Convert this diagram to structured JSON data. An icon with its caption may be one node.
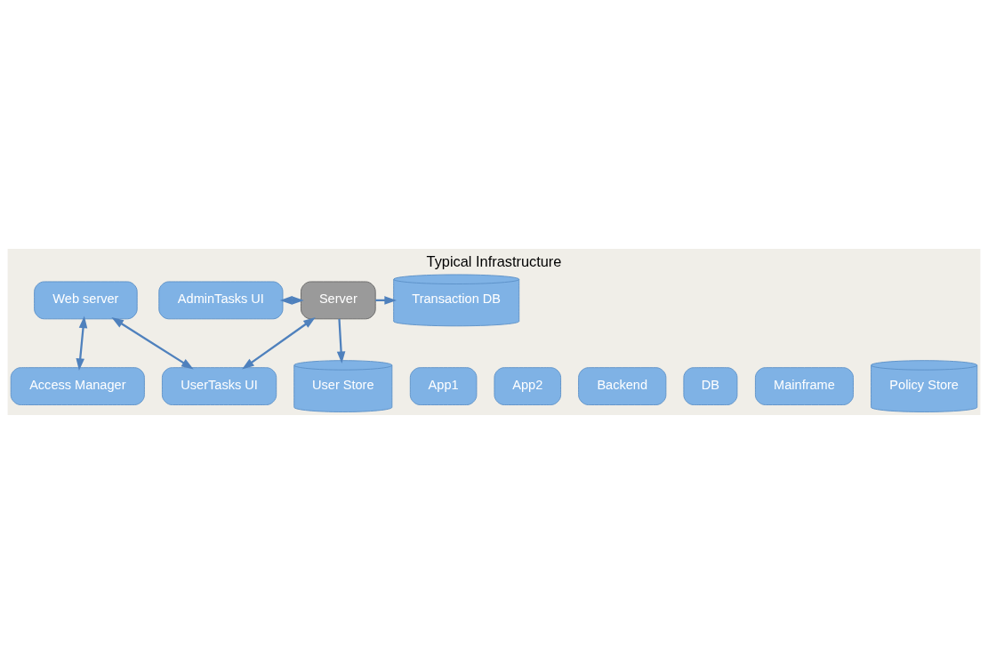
{
  "diagram": {
    "title": "Typical Infrastructure",
    "nodes": [
      {
        "text": [
          "Web server"
        ]
      },
      {
        "text": [
          "App1"
        ]
      },
      {
        "text": [
          "App2"
        ]
      },
      {
        "text": [
          "Access Manager"
        ]
      },
      {
        "text": [
          "UserTasks UI"
        ]
      },
      {
        "text": [
          "Backend"
        ]
      },
      {
        "text": [
          "DB"
        ]
      },
      {
        "text": [
          "Mainframe"
        ]
      },
      {
        "text": [
          "User Store"
        ]
      },
      {
        "text": [
          "Policy Store"
        ]
      },
      {
        "text": [
          "AdminTasks UI"
        ]
      },
      {
        "text": [
          "Server"
        ]
      },
      {
        "text": [
          "Transaction DB"
        ]
      }
    ],
    "edges": [
      {
        "from": 4,
        "to": 0,
        "arrow": "both"
      },
      {
        "from": 0,
        "to": 3,
        "arrow": "both"
      },
      {
        "from": 11,
        "to": 4,
        "arrow": "both"
      },
      {
        "from": 10,
        "to": 11,
        "arrow": "both"
      },
      {
        "from": 11,
        "to": 8,
        "arrow": "to"
      },
      {
        "from": 11,
        "to": 12,
        "arrow": "to"
      }
    ]
  }
}
